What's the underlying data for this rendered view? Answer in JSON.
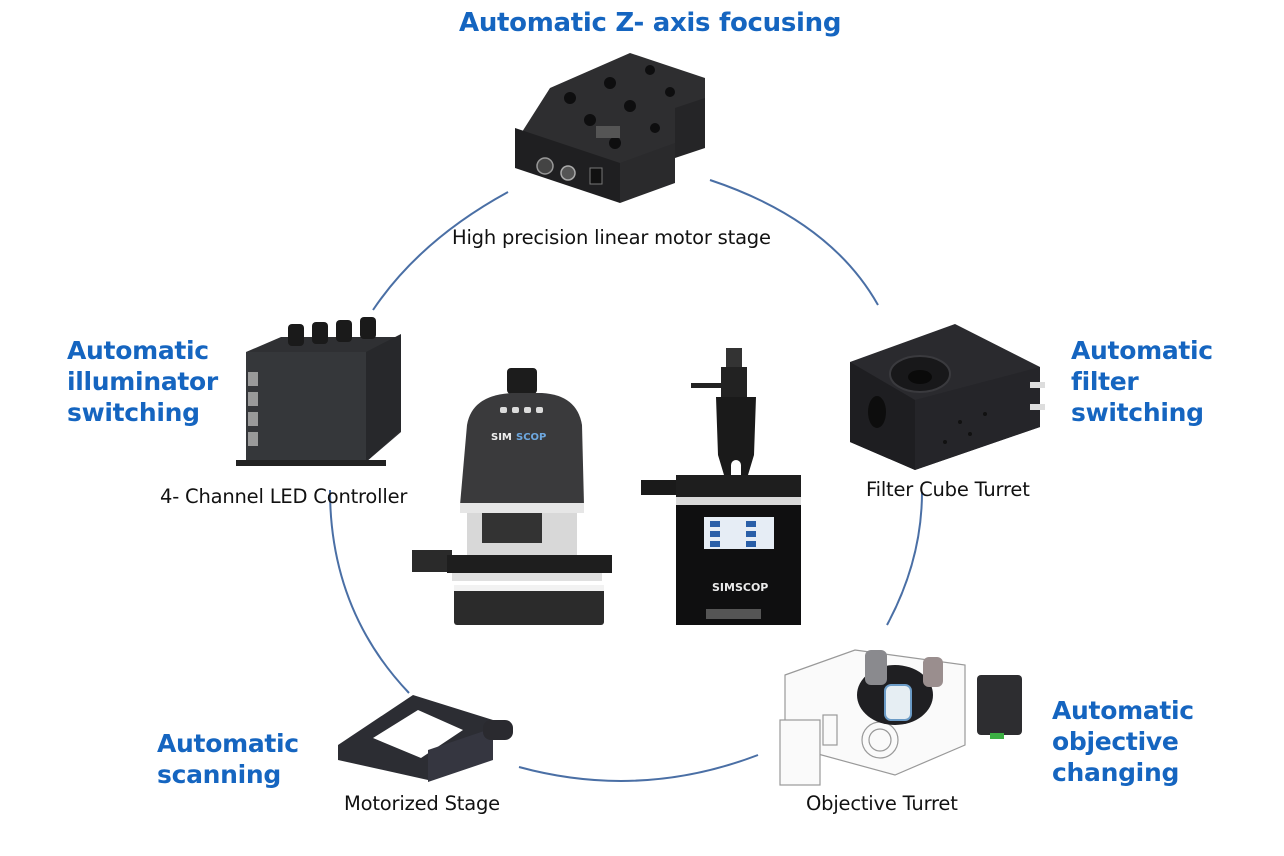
{
  "diagram": {
    "arc_color": "#4a6fa5",
    "feature_color": "#1565c0",
    "nodes": [
      {
        "id": "z-focus",
        "feature_lines": [
          "Automatic Z- axis focusing"
        ],
        "caption": "High precision linear motor stage",
        "icon": "linear-motor-stage-icon"
      },
      {
        "id": "filter",
        "feature_lines": [
          "Automatic",
          "filter",
          "switching"
        ],
        "caption": "Filter Cube Turret",
        "icon": "filter-cube-turret-icon"
      },
      {
        "id": "objective",
        "feature_lines": [
          "Automatic",
          "objective",
          "changing"
        ],
        "caption": "Objective Turret",
        "icon": "objective-turret-icon"
      },
      {
        "id": "scanning",
        "feature_lines": [
          "Automatic",
          "scanning"
        ],
        "caption": "Motorized Stage",
        "icon": "motorized-stage-icon"
      },
      {
        "id": "illuminator",
        "feature_lines": [
          "Automatic",
          "illuminator",
          "switching"
        ],
        "caption": "4- Channel LED Controller",
        "icon": "led-controller-icon"
      }
    ],
    "center": {
      "microscope_left_brand": "SIM",
      "microscope_left_brand_accent": "SCOP",
      "microscope_right_brand": "SIMSCOP"
    }
  }
}
